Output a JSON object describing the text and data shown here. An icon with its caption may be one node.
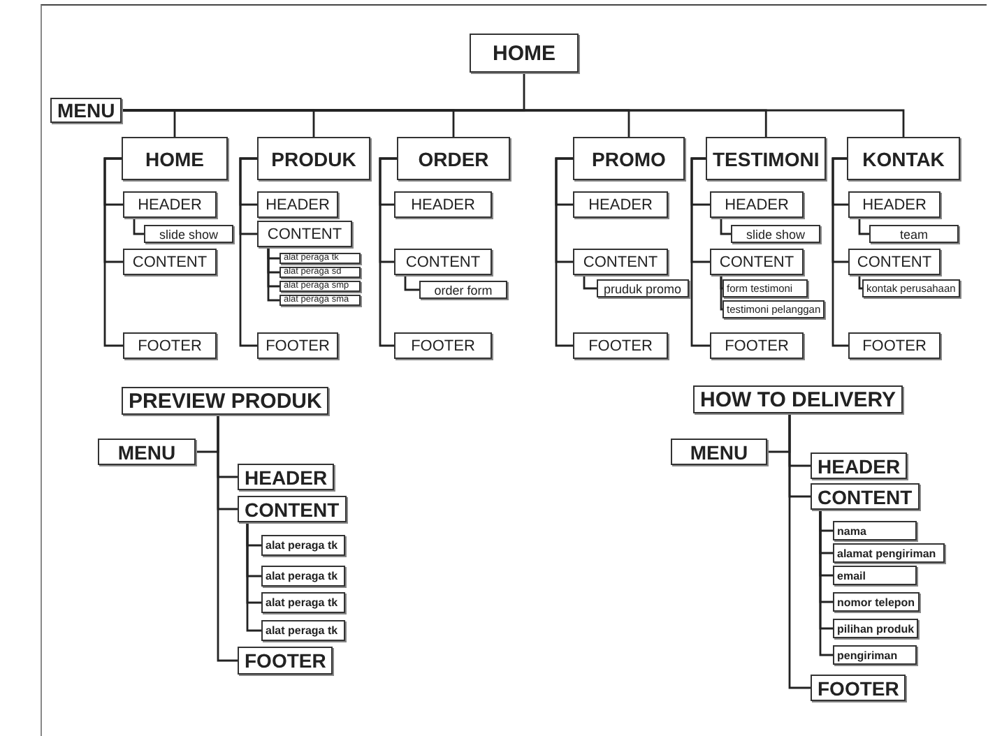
{
  "diagram": {
    "nodes": [
      {
        "text": [
          "HOME"
        ]
      },
      {
        "text": [
          "MENU"
        ]
      },
      {
        "text": [
          "HOME"
        ]
      },
      {
        "text": [
          "HEADER"
        ]
      },
      {
        "text": [
          "slide show"
        ]
      },
      {
        "text": [
          "CONTENT"
        ]
      },
      {
        "text": [
          "FOOTER"
        ]
      },
      {
        "text": [
          "PRODUK"
        ]
      },
      {
        "text": [
          "HEADER"
        ]
      },
      {
        "text": [
          "CONTENT"
        ]
      },
      {
        "text": [
          "alat peraga tk"
        ]
      },
      {
        "text": [
          "alat peraga sd"
        ]
      },
      {
        "text": [
          "alat peraga smp"
        ]
      },
      {
        "text": [
          "alat peraga sma"
        ]
      },
      {
        "text": [
          "FOOTER"
        ]
      },
      {
        "text": [
          "ORDER"
        ]
      },
      {
        "text": [
          "HEADER"
        ]
      },
      {
        "text": [
          "CONTENT"
        ]
      },
      {
        "text": [
          "order form"
        ]
      },
      {
        "text": [
          "FOOTER"
        ]
      },
      {
        "text": [
          "PROMO"
        ]
      },
      {
        "text": [
          "HEADER"
        ]
      },
      {
        "text": [
          "CONTENT"
        ]
      },
      {
        "text": [
          "pruduk promo"
        ]
      },
      {
        "text": [
          "FOOTER"
        ]
      },
      {
        "text": [
          "TESTIMONI"
        ]
      },
      {
        "text": [
          "HEADER"
        ]
      },
      {
        "text": [
          "slide show"
        ]
      },
      {
        "text": [
          "CONTENT"
        ]
      },
      {
        "text": [
          "form testimoni"
        ]
      },
      {
        "text": [
          "testimoni pelanggan"
        ]
      },
      {
        "text": [
          "FOOTER"
        ]
      },
      {
        "text": [
          "KONTAK"
        ]
      },
      {
        "text": [
          "HEADER"
        ]
      },
      {
        "text": [
          "team"
        ]
      },
      {
        "text": [
          "CONTENT"
        ]
      },
      {
        "text": [
          "kontak perusahaan"
        ]
      },
      {
        "text": [
          "FOOTER"
        ]
      },
      {
        "text": [
          "PREVIEW PRODUK"
        ]
      },
      {
        "text": [
          "MENU"
        ]
      },
      {
        "text": [
          "HEADER"
        ]
      },
      {
        "text": [
          "CONTENT"
        ]
      },
      {
        "text": [
          "alat peraga tk"
        ]
      },
      {
        "text": [
          "alat peraga tk"
        ]
      },
      {
        "text": [
          "alat peraga tk"
        ]
      },
      {
        "text": [
          "alat peraga tk"
        ]
      },
      {
        "text": [
          "FOOTER"
        ]
      },
      {
        "text": [
          "HOW TO DELIVERY"
        ]
      },
      {
        "text": [
          "MENU"
        ]
      },
      {
        "text": [
          "HEADER"
        ]
      },
      {
        "text": [
          "CONTENT"
        ]
      },
      {
        "text": [
          "nama"
        ]
      },
      {
        "text": [
          "alamat pengiriman"
        ]
      },
      {
        "text": [
          "email"
        ]
      },
      {
        "text": [
          "nomor telepon"
        ]
      },
      {
        "text": [
          "pilihan produk"
        ]
      },
      {
        "text": [
          "pengiriman"
        ]
      },
      {
        "text": [
          "FOOTER"
        ]
      }
    ],
    "edges": [
      {
        "from": 0,
        "to": 1,
        "arrow": "none"
      },
      {
        "from": 1,
        "to": 2,
        "arrow": "none"
      },
      {
        "from": 1,
        "to": 7,
        "arrow": "none"
      },
      {
        "from": 1,
        "to": 15,
        "arrow": "none"
      },
      {
        "from": 1,
        "to": 20,
        "arrow": "none"
      },
      {
        "from": 1,
        "to": 25,
        "arrow": "none"
      },
      {
        "from": 1,
        "to": 32,
        "arrow": "none"
      },
      {
        "from": 2,
        "to": 3,
        "arrow": "none"
      },
      {
        "from": 2,
        "to": 5,
        "arrow": "none"
      },
      {
        "from": 2,
        "to": 6,
        "arrow": "none"
      },
      {
        "from": 3,
        "to": 4,
        "arrow": "none"
      },
      {
        "from": 7,
        "to": 8,
        "arrow": "none"
      },
      {
        "from": 7,
        "to": 9,
        "arrow": "none"
      },
      {
        "from": 7,
        "to": 14,
        "arrow": "none"
      },
      {
        "from": 9,
        "to": 10,
        "arrow": "none"
      },
      {
        "from": 9,
        "to": 11,
        "arrow": "none"
      },
      {
        "from": 9,
        "to": 12,
        "arrow": "none"
      },
      {
        "from": 9,
        "to": 13,
        "arrow": "none"
      },
      {
        "from": 15,
        "to": 16,
        "arrow": "none"
      },
      {
        "from": 15,
        "to": 17,
        "arrow": "none"
      },
      {
        "from": 15,
        "to": 19,
        "arrow": "none"
      },
      {
        "from": 17,
        "to": 18,
        "arrow": "none"
      },
      {
        "from": 20,
        "to": 21,
        "arrow": "none"
      },
      {
        "from": 20,
        "to": 22,
        "arrow": "none"
      },
      {
        "from": 20,
        "to": 24,
        "arrow": "none"
      },
      {
        "from": 22,
        "to": 23,
        "arrow": "none"
      },
      {
        "from": 25,
        "to": 26,
        "arrow": "none"
      },
      {
        "from": 25,
        "to": 28,
        "arrow": "none"
      },
      {
        "from": 25,
        "to": 31,
        "arrow": "none"
      },
      {
        "from": 26,
        "to": 27,
        "arrow": "none"
      },
      {
        "from": 28,
        "to": 29,
        "arrow": "none"
      },
      {
        "from": 28,
        "to": 30,
        "arrow": "none"
      },
      {
        "from": 32,
        "to": 33,
        "arrow": "none"
      },
      {
        "from": 32,
        "to": 35,
        "arrow": "none"
      },
      {
        "from": 32,
        "to": 37,
        "arrow": "none"
      },
      {
        "from": 33,
        "to": 34,
        "arrow": "none"
      },
      {
        "from": 35,
        "to": 36,
        "arrow": "none"
      },
      {
        "from": 38,
        "to": 39,
        "arrow": "none"
      },
      {
        "from": 38,
        "to": 40,
        "arrow": "none"
      },
      {
        "from": 38,
        "to": 41,
        "arrow": "none"
      },
      {
        "from": 38,
        "to": 46,
        "arrow": "none"
      },
      {
        "from": 41,
        "to": 42,
        "arrow": "none"
      },
      {
        "from": 41,
        "to": 43,
        "arrow": "none"
      },
      {
        "from": 41,
        "to": 44,
        "arrow": "none"
      },
      {
        "from": 41,
        "to": 45,
        "arrow": "none"
      },
      {
        "from": 47,
        "to": 48,
        "arrow": "none"
      },
      {
        "from": 47,
        "to": 49,
        "arrow": "none"
      },
      {
        "from": 47,
        "to": 50,
        "arrow": "none"
      },
      {
        "from": 47,
        "to": 57,
        "arrow": "none"
      },
      {
        "from": 50,
        "to": 51,
        "arrow": "none"
      },
      {
        "from": 50,
        "to": 52,
        "arrow": "none"
      },
      {
        "from": 50,
        "to": 53,
        "arrow": "none"
      },
      {
        "from": 50,
        "to": 54,
        "arrow": "none"
      },
      {
        "from": 50,
        "to": 55,
        "arrow": "none"
      },
      {
        "from": 50,
        "to": 56,
        "arrow": "none"
      }
    ]
  }
}
